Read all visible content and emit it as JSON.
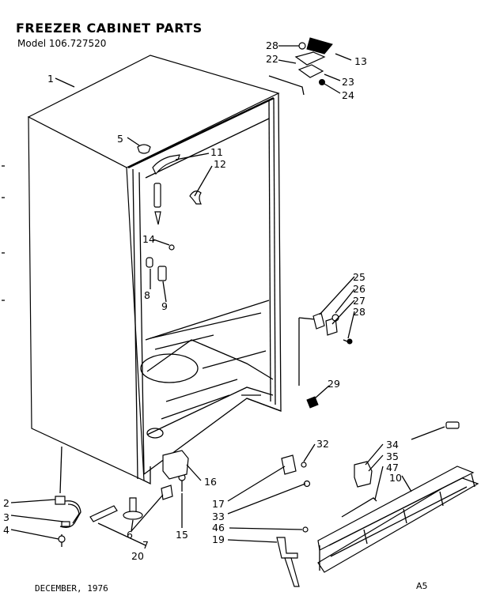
{
  "header": {
    "title": "FREEZER CABINET PARTS",
    "model": "Model 106.727520"
  },
  "footer": {
    "date": "DECEMBER, 1976",
    "code": "A5"
  },
  "callouts": {
    "c1": "1",
    "c2": "2",
    "c3": "3",
    "c4": "4",
    "c5": "5",
    "c6": "6",
    "c7": "7",
    "c8": "8",
    "c9": "9",
    "c10": "10",
    "c11": "11",
    "c12": "12",
    "c13": "13",
    "c14": "14",
    "c15": "15",
    "c16": "16",
    "c17": "17",
    "c19": "19",
    "c20": "20",
    "c22": "22",
    "c23": "23",
    "c24": "24",
    "c25": "25",
    "c26": "26",
    "c27": "27",
    "c28a": "28",
    "c28b": "28",
    "c29": "29",
    "c32": "32",
    "c33": "33",
    "c34": "34",
    "c35": "35",
    "c46": "46",
    "c47": "47"
  }
}
